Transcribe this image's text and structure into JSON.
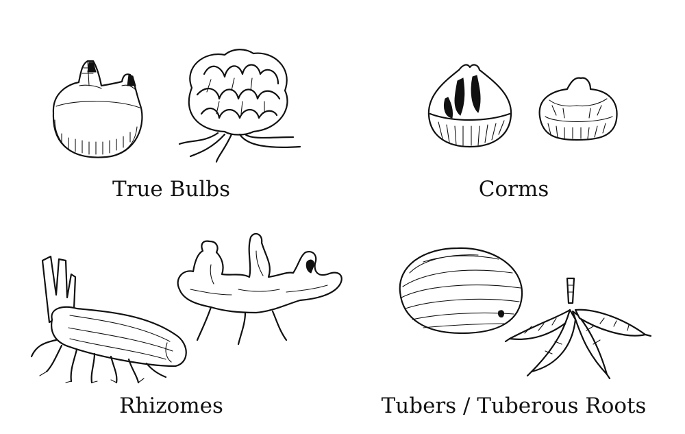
{
  "figure": {
    "categories": [
      {
        "label": "True Bulbs",
        "icons": [
          "tulip-bulb-icon",
          "layered-bulb-icon"
        ]
      },
      {
        "label": "Corms",
        "icons": [
          "crocus-corm-icon",
          "gladiolus-corm-icon"
        ]
      },
      {
        "label": "Rhizomes",
        "icons": [
          "iris-rhizome-icon",
          "ginger-rhizome-icon"
        ]
      },
      {
        "label": "Tubers / Tuberous Roots",
        "icons": [
          "potato-tuber-icon",
          "dahlia-tuber-icon"
        ]
      }
    ]
  }
}
